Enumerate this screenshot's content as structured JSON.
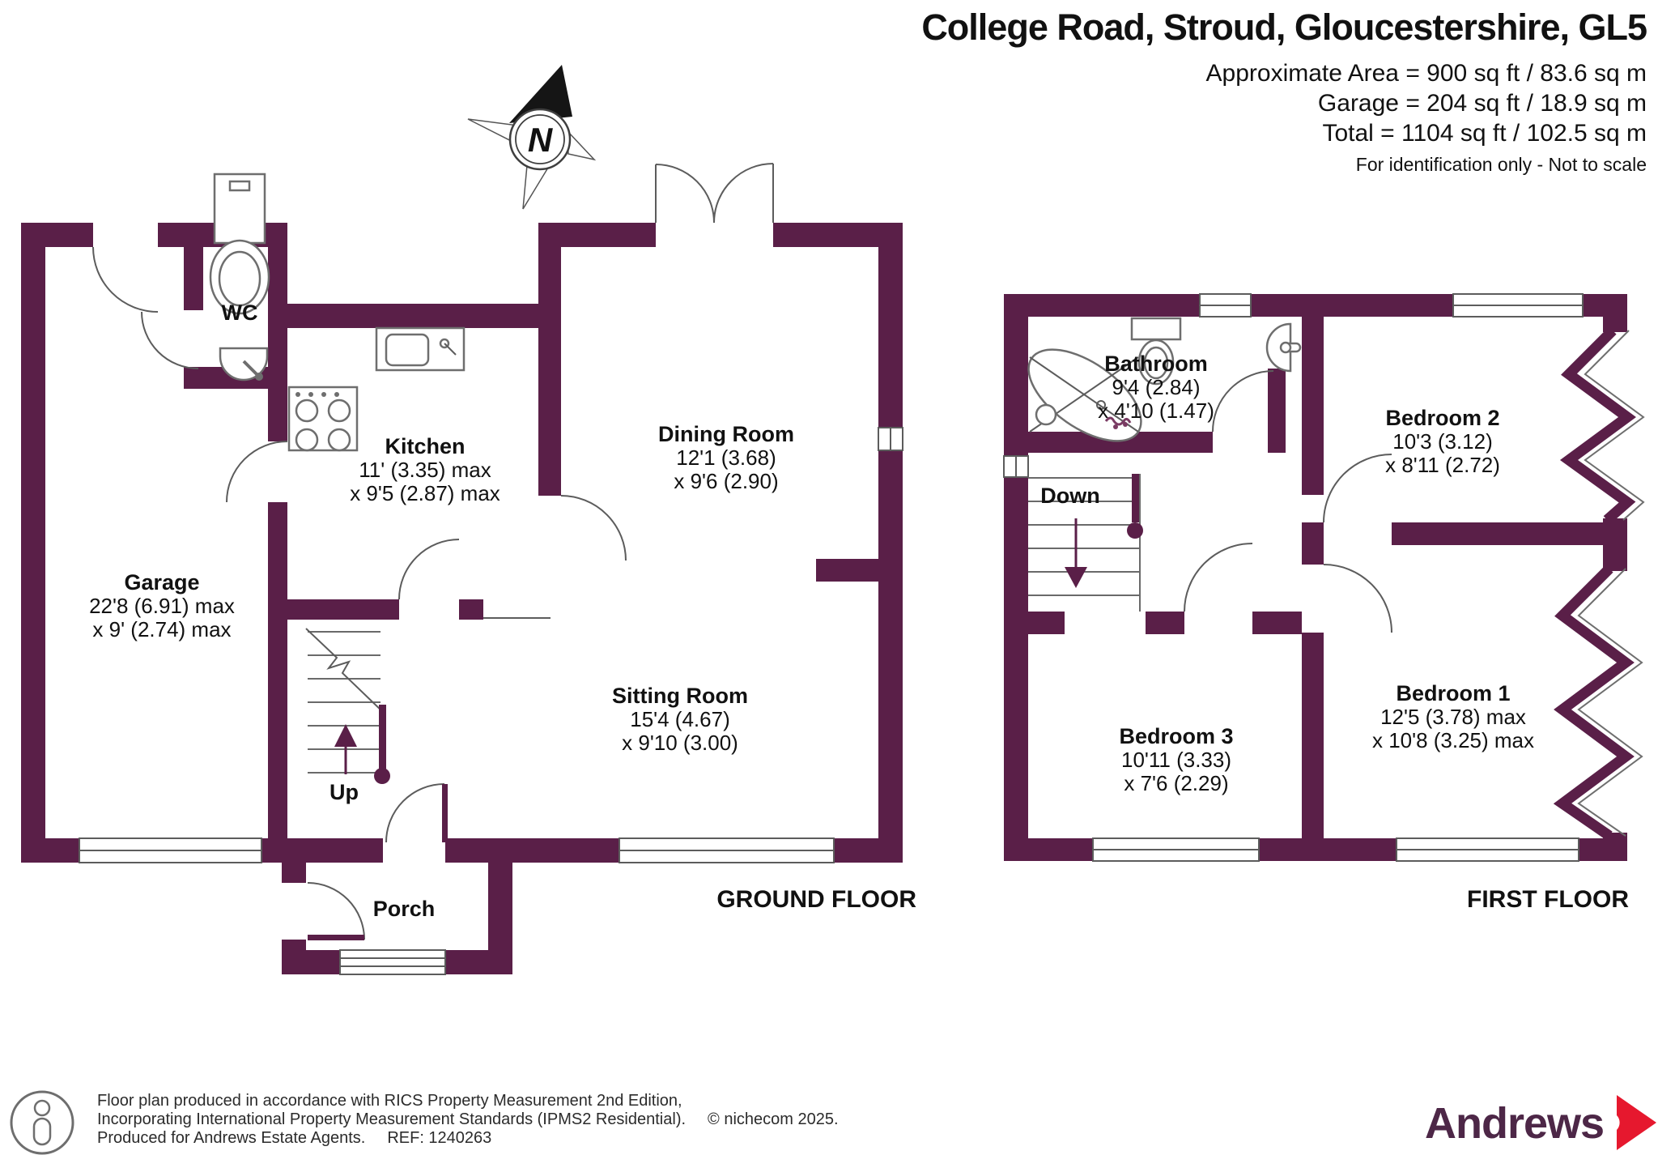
{
  "header": {
    "title": "College Road, Stroud, Gloucestershire, GL5",
    "area_line1": "Approximate Area = 900 sq ft / 83.6 sq m",
    "area_line2": "Garage = 204 sq ft / 18.9 sq m",
    "area_line3": "Total = 1104 sq ft / 102.5 sq m",
    "disclaimer": "For identification only - Not to scale"
  },
  "compass": {
    "north_label": "N"
  },
  "ground_floor": {
    "floor_label": "GROUND FLOOR",
    "wc": {
      "name": "WC"
    },
    "kitchen": {
      "name": "Kitchen",
      "dim1": "11' (3.35) max",
      "dim2": "x 9'5 (2.87) max"
    },
    "dining_room": {
      "name": "Dining Room",
      "dim1": "12'1 (3.68)",
      "dim2": "x 9'6 (2.90)"
    },
    "garage": {
      "name": "Garage",
      "dim1": "22'8 (6.91) max",
      "dim2": "x 9' (2.74) max"
    },
    "sitting_room": {
      "name": "Sitting Room",
      "dim1": "15'4 (4.67)",
      "dim2": "x 9'10 (3.00)"
    },
    "porch": {
      "name": "Porch"
    },
    "stairs_label": "Up"
  },
  "first_floor": {
    "floor_label": "FIRST FLOOR",
    "bathroom": {
      "name": "Bathroom",
      "dim1": "9'4 (2.84)",
      "dim2": "x 4'10 (1.47)"
    },
    "bedroom2": {
      "name": "Bedroom 2",
      "dim1": "10'3 (3.12)",
      "dim2": "x 8'11 (2.72)"
    },
    "bedroom3": {
      "name": "Bedroom 3",
      "dim1": "10'11 (3.33)",
      "dim2": "x 7'6 (2.29)"
    },
    "bedroom1": {
      "name": "Bedroom 1",
      "dim1": "12'5 (3.78) max",
      "dim2": "x 10'8 (3.25) max"
    },
    "stairs_label": "Down"
  },
  "footer": {
    "line1": "Floor plan produced in accordance with RICS Property Measurement 2nd Edition,",
    "line2": "Incorporating International Property Measurement Standards (IPMS2 Residential).",
    "line3": "Produced for Andrews Estate Agents.",
    "ref": "REF: 1240263",
    "copyright": "© nichecom 2025.",
    "brand": "Andrews"
  },
  "colors": {
    "wall": "#5a1f48",
    "brand_purple": "#4d2747",
    "brand_red": "#e6182e"
  }
}
